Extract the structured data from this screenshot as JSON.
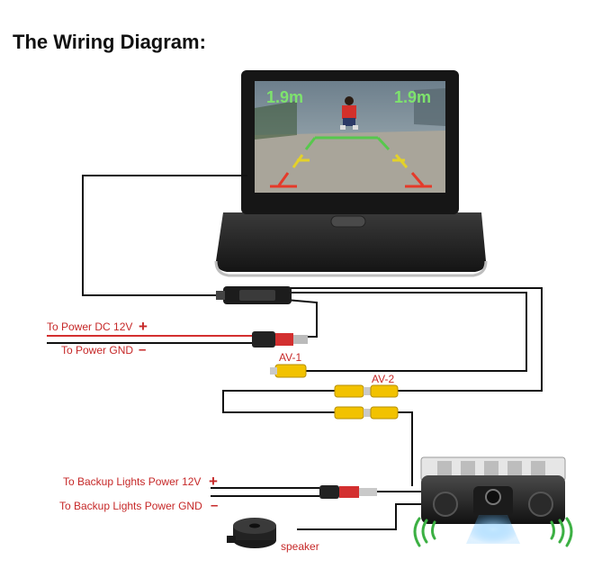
{
  "title": "The Wiring Diagram:",
  "monitor": {
    "distance_left": "1.9m",
    "distance_right": "1.9m"
  },
  "labels": {
    "power_dc": "To Power DC 12V",
    "power_dc_sign": "+",
    "power_gnd": "To Power GND",
    "power_gnd_sign": "–",
    "av1": "AV-1",
    "av2": "AV-2",
    "backup_power": "To Backup Lights Power 12V",
    "backup_power_sign": "+",
    "backup_gnd": "To Backup Lights Power GND",
    "backup_gnd_sign": "–",
    "speaker": "speaker"
  },
  "colors": {
    "label_text": "#c62828",
    "wire": "#111111",
    "red_wire": "#d32f2f",
    "rca_yellow": "#f2c200",
    "sensor_green": "#3cb043",
    "camera_blue": "#4fb3ff"
  }
}
